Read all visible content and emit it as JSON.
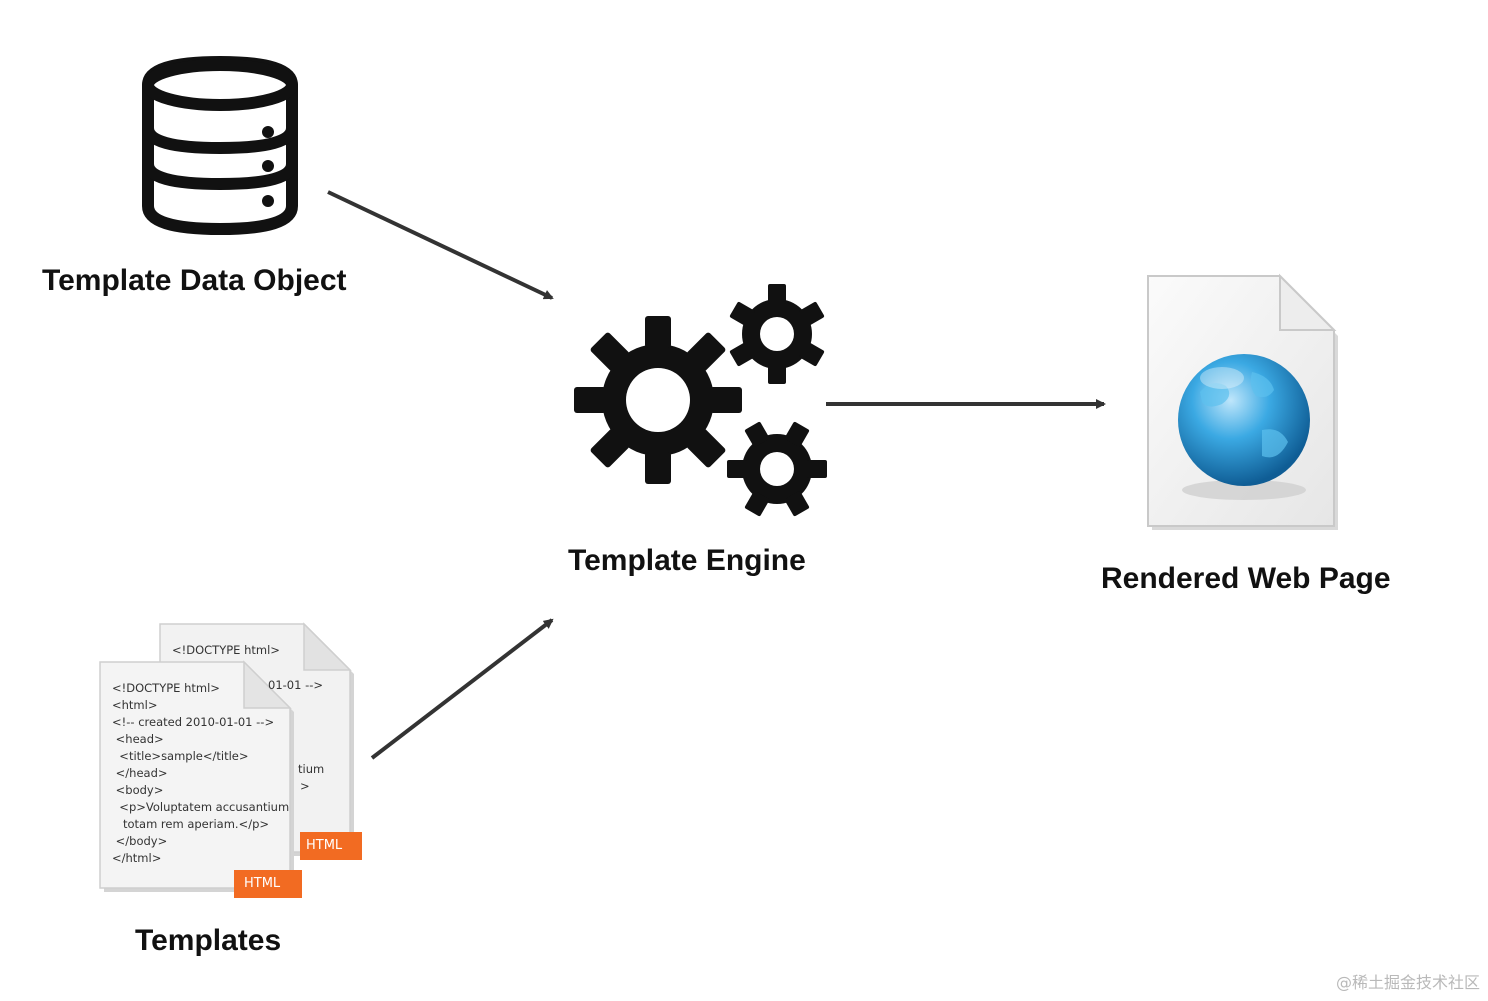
{
  "nodes": {
    "data_object": {
      "label": "Template Data Object"
    },
    "engine": {
      "label": "Template Engine"
    },
    "rendered": {
      "label": "Rendered Web Page"
    },
    "templates": {
      "label": "Templates"
    }
  },
  "template_doc": {
    "back_lines": [
      "<!DOCTYPE html>",
      "01-01 -->",
      "tium",
      ">"
    ],
    "front_lines": [
      "<!DOCTYPE html>",
      "<html>",
      "<!-- created 2010-01-01 -->",
      " <head>",
      "  <title>sample</title>",
      " </head>",
      " <body>",
      "  <p>Voluptatem accusantium",
      "   totam rem aperiam.</p>",
      " </body>",
      "</html>"
    ],
    "badge": "HTML"
  },
  "watermark": "@稀土掘金技术社区",
  "colors": {
    "badge": "#f26b22",
    "arrow": "#333333",
    "globe": "#2a9ad6"
  },
  "icons": [
    "database-icon",
    "gears-icon",
    "web-page-icon",
    "html-documents-icon"
  ]
}
